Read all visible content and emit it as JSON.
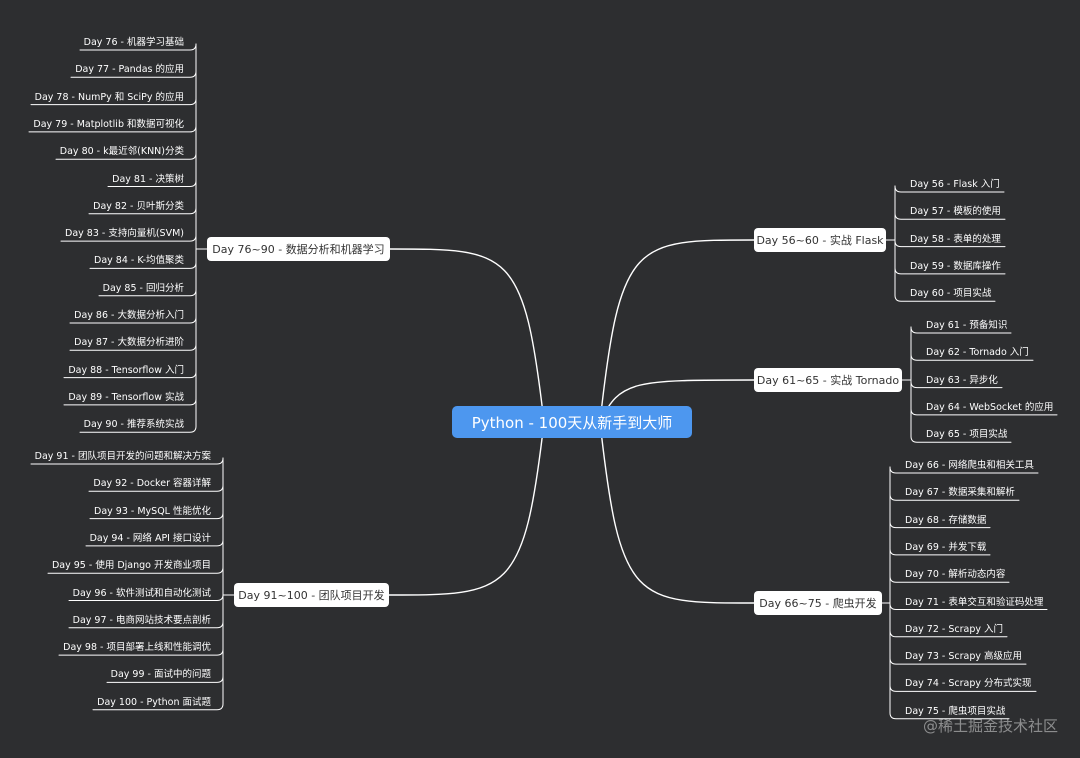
{
  "root": {
    "label": "Python - 100天从新手到大师"
  },
  "branches": [
    {
      "label": "Day 56~60 - 实战 Flask",
      "side": "right",
      "items": [
        "Day 56 - Flask 入门",
        "Day 57 - 模板的使用",
        "Day 58 - 表单的处理",
        "Day 59 - 数据库操作",
        "Day 60 - 项目实战"
      ]
    },
    {
      "label": "Day 61~65 - 实战 Tornado",
      "side": "right",
      "items": [
        "Day 61 - 预备知识",
        "Day 62 - Tornado 入门",
        "Day 63 - 异步化",
        "Day 64 - WebSocket 的应用",
        "Day 65 - 项目实战"
      ]
    },
    {
      "label": "Day 66~75 - 爬虫开发",
      "side": "right",
      "items": [
        "Day 66 - 网络爬虫和相关工具",
        "Day 67 - 数据采集和解析",
        "Day 68 - 存储数据",
        "Day 69 - 并发下载",
        "Day 70 - 解析动态内容",
        "Day 71 - 表单交互和验证码处理",
        "Day 72 - Scrapy 入门",
        "Day 73 - Scrapy 高级应用",
        "Day 74 - Scrapy 分布式实现",
        "Day 75 - 爬虫项目实战"
      ]
    },
    {
      "label": "Day 76~90 - 数据分析和机器学习",
      "side": "left",
      "items": [
        "Day 76 - 机器学习基础",
        "Day 77 - Pandas 的应用",
        "Day 78 - NumPy 和 SciPy 的应用",
        "Day 79 - Matplotlib 和数据可视化",
        "Day 80 - k最近邻(KNN)分类",
        "Day 81 - 决策树",
        "Day 82 - 贝叶斯分类",
        "Day 83 - 支持向量机(SVM)",
        "Day 84 - K-均值聚类",
        "Day 85 - 回归分析",
        "Day 86 - 大数据分析入门",
        "Day 87 - 大数据分析进阶",
        "Day 88 - Tensorflow 入门",
        "Day 89 - Tensorflow 实战",
        "Day 90 - 推荐系统实战"
      ]
    },
    {
      "label": "Day 91~100 - 团队项目开发",
      "side": "left",
      "items": [
        "Day 91 - 团队项目开发的问题和解决方案",
        "Day 92 - Docker 容器详解",
        "Day 93 - MySQL 性能优化",
        "Day 94 - 网络 API 接口设计",
        "Day 95 - 使用 Django 开发商业项目",
        "Day 96 - 软件测试和自动化测试",
        "Day 97 - 电商网站技术要点剖析",
        "Day 98 - 项目部署上线和性能调优",
        "Day 99 - 面试中的问题",
        "Day 100 - Python 面试题"
      ]
    }
  ],
  "watermark": "@稀土掘金技术社区",
  "colors": {
    "background": "#2d2e30",
    "root": "#4d97ef",
    "node": "#ffffff",
    "line": "#ffffff"
  }
}
